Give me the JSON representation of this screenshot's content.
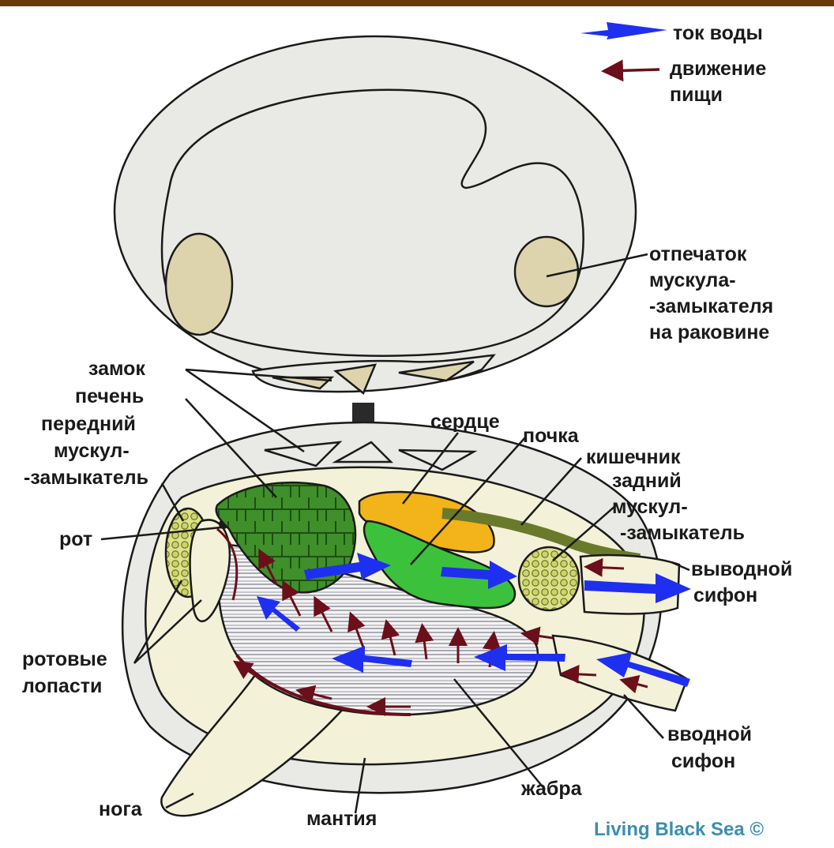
{
  "legend": {
    "water_flow": "ток воды",
    "food_movement_line1": "движение",
    "food_movement_line2": "пищи"
  },
  "labels": {
    "muscle_scar": [
      "отпечаток",
      "мускула-",
      "-замыкателя",
      "на раковине"
    ],
    "hinge": "замок",
    "liver": "печень",
    "anterior_adductor": [
      "передний",
      "мускул-",
      "-замыкатель"
    ],
    "heart": "сердце",
    "kidney": "почка",
    "intestine": "кишечник",
    "posterior_adductor": [
      "задний",
      "мускул-",
      "-замыкатель"
    ],
    "mouth": "рот",
    "exhalant_siphon": [
      "выводной",
      "сифон"
    ],
    "oral_lobes": [
      "ротовые",
      "лопасти"
    ],
    "inhalant_siphon": [
      "вводной",
      "сифон"
    ],
    "foot": "нога",
    "mantle": "мантия",
    "gill": "жабра"
  },
  "credit": "Living Black Sea ©",
  "colors": {
    "water_arrow": "#1f2ff0",
    "food_arrow": "#6b0f1a",
    "shell": "#e9eae6",
    "mantle_fill": "#f3f1d8",
    "scar_fill": "#ddd4ae",
    "liver": "#3f8f2a",
    "heart": "#f2b418",
    "kidney": "#3cc13c",
    "adductor": "#cdd36a",
    "top_bar": "#6b3a0a"
  }
}
